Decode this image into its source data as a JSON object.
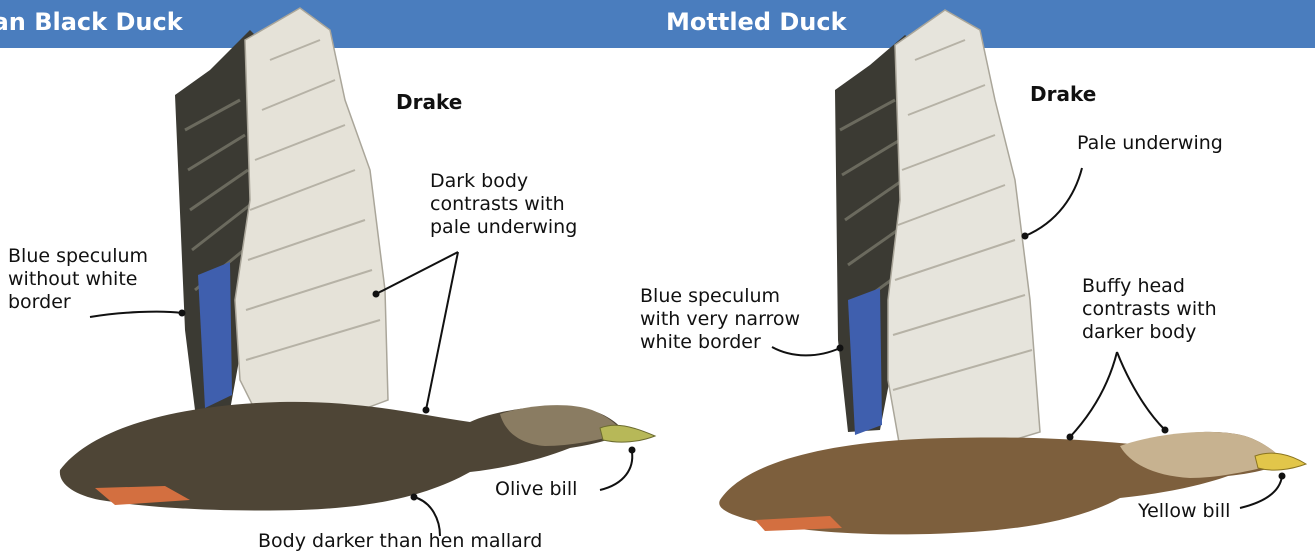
{
  "header": {
    "left_title": "erican Black Duck",
    "right_title": "Mottled Duck",
    "bar_color": "#4a7dbe"
  },
  "black_duck": {
    "sex_label": "Drake",
    "speculum_label": [
      "Blue speculum",
      "without white",
      "border"
    ],
    "contrast_label": [
      "Dark body",
      "contrasts with",
      "pale underwing"
    ],
    "bill_label": "Olive bill",
    "body_label": "Body darker than hen mallard"
  },
  "mottled_duck": {
    "sex_label": "Drake",
    "underwing_label": "Pale underwing",
    "speculum_label": [
      "Blue speculum",
      "with very narrow",
      "white border"
    ],
    "head_label": [
      "Buffy head",
      "contrasts with",
      "darker body"
    ],
    "bill_label": "Yellow bill"
  },
  "colors": {
    "speculum": "#3f5fae",
    "olive_bill": "#b7b858",
    "yellow_bill": "#e2c64a",
    "black_duck_body": "#4e4536",
    "mottled_body": "#7d5f3d",
    "feet": "#d36f40"
  }
}
